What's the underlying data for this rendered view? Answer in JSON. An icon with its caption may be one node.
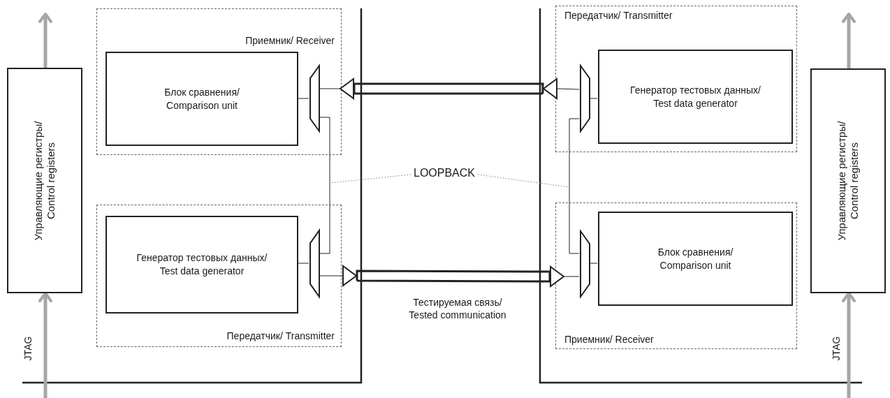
{
  "diagram": {
    "nodes": [
      {
        "text": [
          "Управляющие регистры/ Control registers"
        ]
      },
      {
        "text": [
          "Приемник/ Receiver"
        ]
      },
      {
        "text": [
          "Блок сравнения/ Comparison unit"
        ],
        "in": 1
      },
      {
        "text": [],
        "shape": "trapezoid",
        "in": 1
      },
      {
        "text": [],
        "shape": "triangle"
      },
      {
        "text": [
          "Передатчик/ Transmitter"
        ]
      },
      {
        "text": [
          "Генератор тестовых данных/ Test data generator"
        ],
        "in": 5
      },
      {
        "text": [],
        "shape": "trapezoid",
        "in": 5
      },
      {
        "text": [],
        "shape": "triangle"
      },
      {
        "text": [
          "Передатчик/ Transmitter"
        ]
      },
      {
        "text": [
          "Генератор тестовых данных/ Test data generator"
        ],
        "in": 9
      },
      {
        "text": [],
        "shape": "trapezoid",
        "in": 9
      },
      {
        "text": [],
        "shape": "triangle"
      },
      {
        "text": [
          "Приемник/ Receiver"
        ]
      },
      {
        "text": [
          "Блок сравнения/ Comparison unit"
        ],
        "in": 13
      },
      {
        "text": [],
        "shape": "trapezoid",
        "in": 13
      },
      {
        "text": [],
        "shape": "triangle"
      },
      {
        "text": [
          "Управляющие регистры/ Control registers"
        ]
      },
      {
        "text": [
          "LOOPBACK"
        ]
      }
    ],
    "edges": [
      {
        "from": 2,
        "to": 3,
        "arrow": "none"
      },
      {
        "from": 3,
        "to": 4,
        "arrow": "none"
      },
      {
        "from": 12,
        "to": 4,
        "arrow": "none",
        "style": "thick"
      },
      {
        "from": 3,
        "to": 7,
        "arrow": "none"
      },
      {
        "from": 6,
        "to": 7,
        "arrow": "none"
      },
      {
        "from": 7,
        "to": 8,
        "arrow": "none"
      },
      {
        "from": 8,
        "to": 16,
        "arrow": "none",
        "style": "thick"
      },
      {
        "from": 10,
        "to": 11,
        "arrow": "none"
      },
      {
        "from": 11,
        "to": 12,
        "arrow": "none"
      },
      {
        "from": 11,
        "to": 15,
        "arrow": "none"
      },
      {
        "from": 14,
        "to": 15,
        "arrow": "none"
      },
      {
        "from": 15,
        "to": 16,
        "arrow": "none"
      },
      {
        "from": 0,
        "to": null,
        "arrow": "to",
        "style": "thick",
        "color": "#a6a6a6"
      },
      {
        "from": null,
        "to": 0,
        "arrow": "to",
        "style": "thick",
        "color": "#a6a6a6"
      },
      {
        "from": 17,
        "to": null,
        "arrow": "to",
        "style": "thick",
        "color": "#a6a6a6"
      },
      {
        "from": null,
        "to": 17,
        "arrow": "to",
        "style": "thick",
        "color": "#a6a6a6"
      },
      {
        "from": 18,
        "to": null,
        "arrow": "none",
        "style": "dashed",
        "color": "#9a9a9a"
      },
      {
        "from": 18,
        "to": null,
        "arrow": "none",
        "style": "dashed",
        "color": "#9a9a9a"
      }
    ],
    "labels": [
      "Тестируемая связь/ Tested communication",
      "JTAG",
      "JTAG"
    ]
  }
}
